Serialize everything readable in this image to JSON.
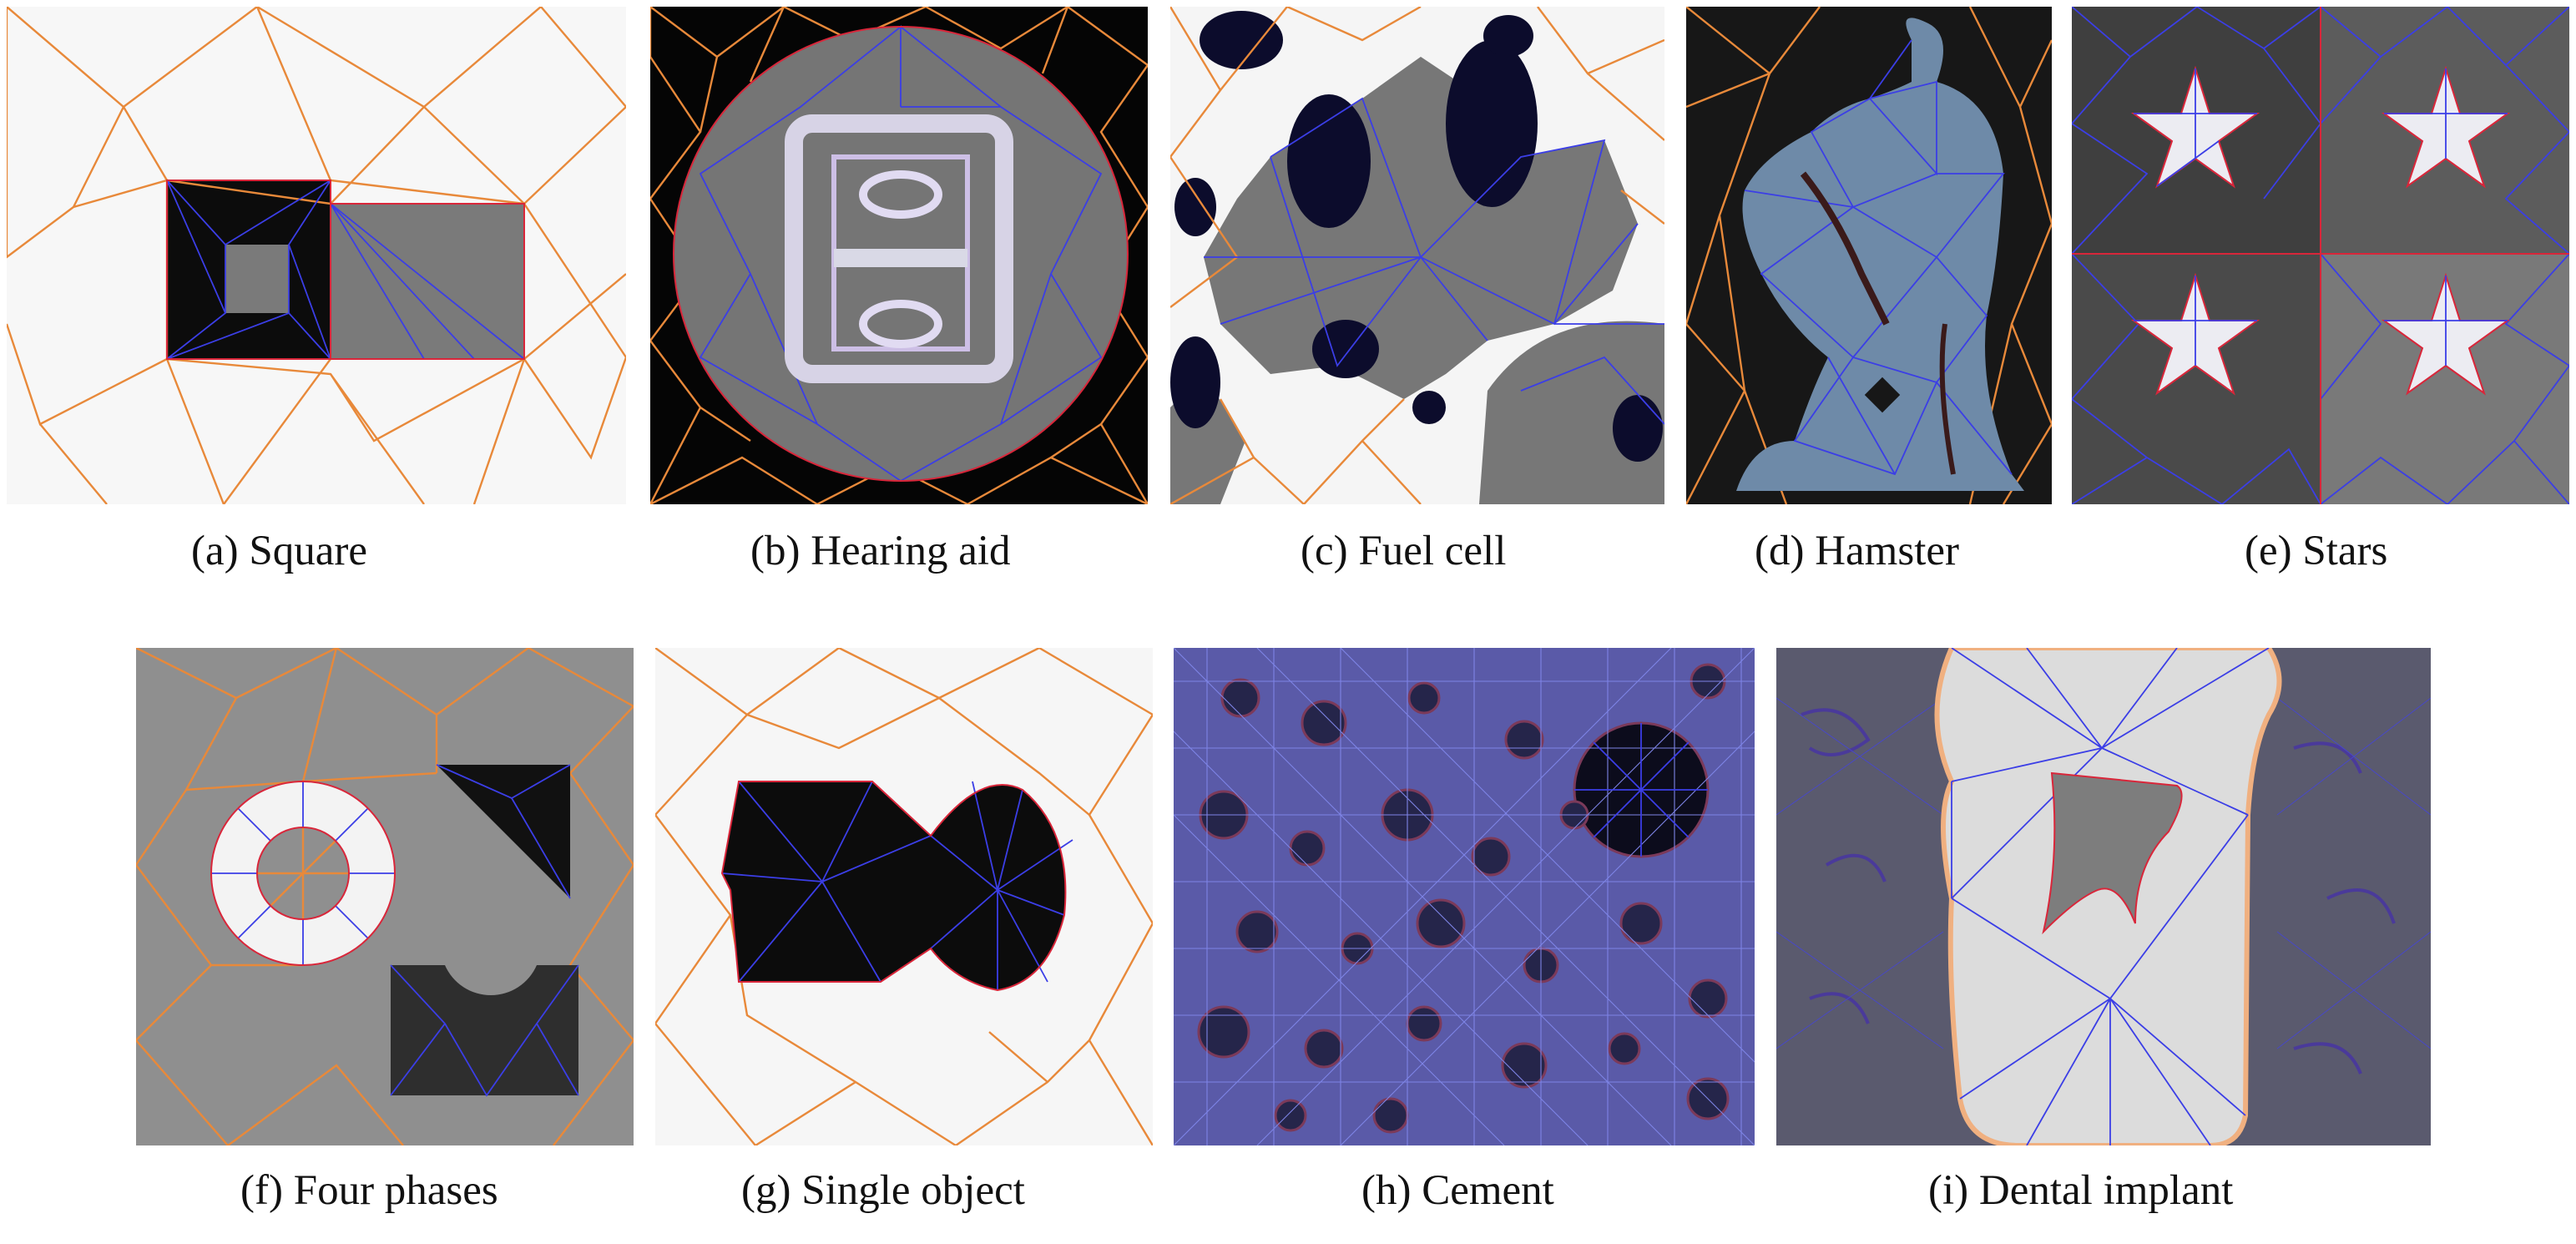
{
  "figures": [
    {
      "id": "a",
      "caption": "(a) Square"
    },
    {
      "id": "b",
      "caption": "(b) Hearing aid"
    },
    {
      "id": "c",
      "caption": "(c) Fuel cell"
    },
    {
      "id": "d",
      "caption": "(d) Hamster"
    },
    {
      "id": "e",
      "caption": "(e) Stars"
    },
    {
      "id": "f",
      "caption": "(f) Four phases"
    },
    {
      "id": "g",
      "caption": "(g) Single object"
    },
    {
      "id": "h",
      "caption": "(h) Cement"
    },
    {
      "id": "i",
      "caption": "(i) Dental implant"
    }
  ],
  "colors": {
    "mesh_outer": "#e8893a",
    "mesh_inner": "#3b3ee6",
    "boundary": "#d9263a",
    "white_phase": "#f7f7f7",
    "gray_phase": "#7b7b7b",
    "black_phase": "#0d0d0d"
  }
}
